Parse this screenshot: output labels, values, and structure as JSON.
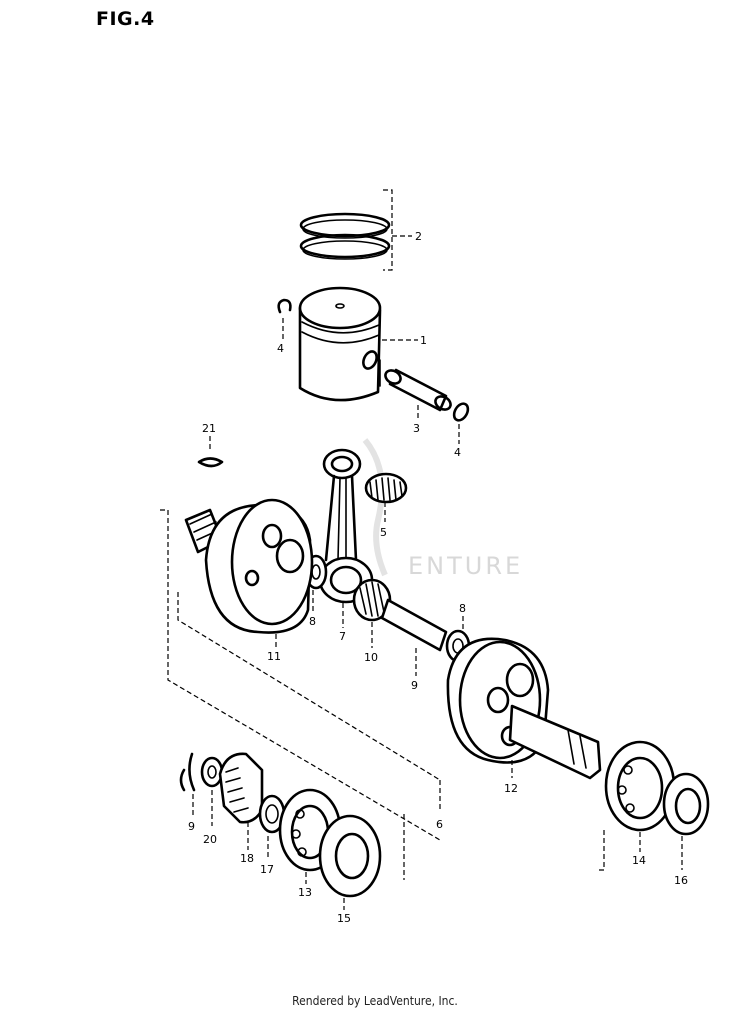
{
  "figure": {
    "title": "FIG.4"
  },
  "footer": {
    "text": "Rendered by LeadVenture, Inc."
  },
  "watermark": {
    "text": "ENTURE"
  },
  "callouts": [
    "1",
    "2",
    "3",
    "4",
    "4",
    "5",
    "6",
    "7",
    "8",
    "8",
    "9",
    "9",
    "10",
    "11",
    "12",
    "13",
    "14",
    "15",
    "16",
    "17",
    "18",
    "20",
    "21"
  ]
}
